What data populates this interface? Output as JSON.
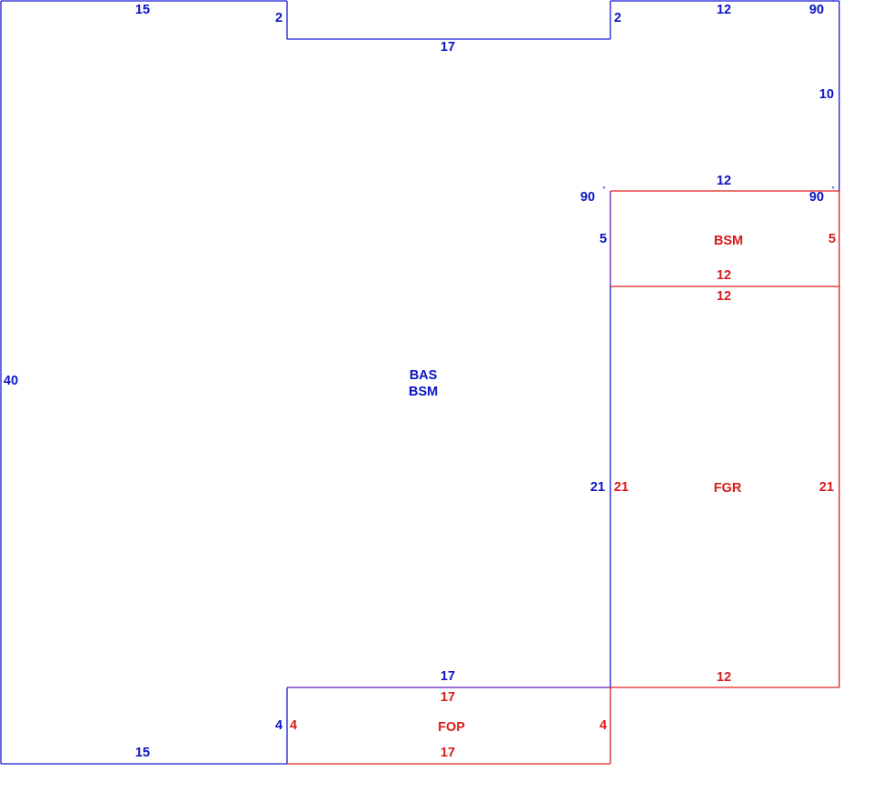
{
  "colors": {
    "main": "#0b14c4",
    "sub": "#d81a1a",
    "shared_edge": "#5a22b8"
  },
  "areas": {
    "main": {
      "line1": "BAS",
      "line2": "BSM"
    },
    "bsm": {
      "label": "BSM"
    },
    "garage": {
      "label": "FGR"
    },
    "porch": {
      "label": "FOP"
    }
  },
  "dims": {
    "top_left": "15",
    "notch_left": "2",
    "notch_bottom": "17",
    "notch_right": "2",
    "top_right": "12",
    "right_upper": "10",
    "left": "40",
    "bottom_left": "15",
    "bsm_top": "12",
    "bsm_left": "5",
    "bsm_right": "5",
    "bsm_bottom": "12",
    "fgr_top": "12",
    "fgr_left_blue": "21",
    "fgr_left_red": "21",
    "fgr_right": "21",
    "fgr_bottom": "12",
    "main_porch_top": "17",
    "fop_top": "17",
    "fop_left_blue": "4",
    "fop_left_red": "4",
    "fop_right": "4",
    "fop_bottom": "17"
  },
  "angles": {
    "top_right": {
      "value": "90",
      "symbol": "°"
    },
    "mid_right": {
      "value": "90",
      "symbol": "°"
    },
    "mid_left": {
      "value": "90",
      "symbol": "°"
    }
  }
}
